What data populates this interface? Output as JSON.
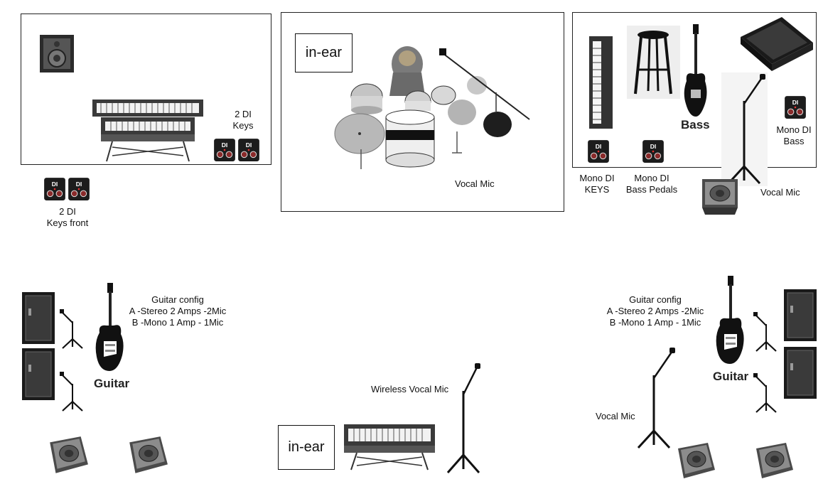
{
  "stage": {
    "zones": {
      "keys_riser": {},
      "drum_riser": {
        "monitor_badge": "in-ear",
        "vocal_mic_label": "Vocal Mic"
      },
      "bass_riser": {
        "bass_label": "Bass",
        "di_bass_label": [
          "Mono DI",
          "Bass"
        ],
        "di_keys_label": [
          "Mono DI",
          "KEYS"
        ],
        "di_pedals_label": [
          "Mono DI",
          "Bass Pedals"
        ],
        "vocal_mic_label": "Vocal Mic"
      }
    },
    "keys": {
      "di_label": [
        "2 DI",
        "Keys"
      ],
      "front_di_label": [
        "2 DI",
        "Keys front"
      ]
    },
    "guitar_left": {
      "config_title": "Guitar config",
      "config_a": "A -Stereo 2 Amps -2Mic",
      "config_b": "B -Mono 1 Amp - 1Mic",
      "instrument_label": "Guitar"
    },
    "guitar_right": {
      "config_title": "Guitar config",
      "config_a": "A -Stereo 2 Amps -2Mic",
      "config_b": "B -Mono 1 Amp - 1Mic",
      "instrument_label": "Guitar",
      "vocal_mic_label": "Vocal Mic"
    },
    "front_center": {
      "wireless_mic_label": "Wireless Vocal Mic",
      "monitor_badge": "in-ear"
    },
    "icons": [
      "speaker-cabinet-icon",
      "keyboard-icon",
      "di-box-icon",
      "drum-kit-icon",
      "mic-stand-icon",
      "bass-guitar-icon",
      "stool-icon",
      "bass-amp-icon",
      "floor-wedge-icon",
      "guitar-amp-icon",
      "electric-guitar-icon"
    ],
    "colors": {
      "line": "#222222",
      "equipment": "#2b2b2b",
      "di_box": "#1c1c1c"
    }
  }
}
